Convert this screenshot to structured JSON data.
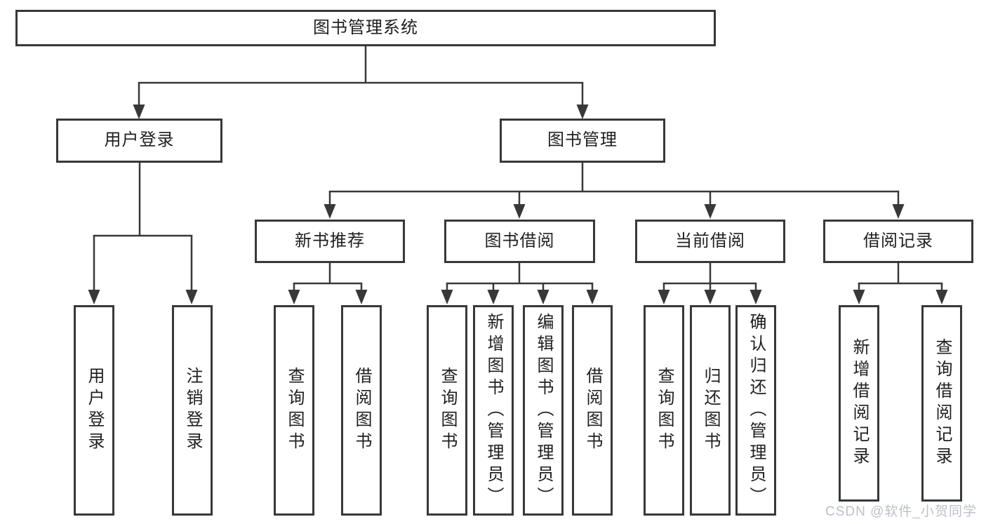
{
  "diagram": {
    "root": {
      "label": "图书管理系统"
    },
    "branches": [
      {
        "label": "用户登录",
        "leaves": [
          {
            "label": "用户登录"
          },
          {
            "label": "注销登录"
          }
        ]
      },
      {
        "label": "图书管理",
        "groups": [
          {
            "label": "新书推荐",
            "leaves": [
              {
                "label": "查询图书"
              },
              {
                "label": "借阅图书"
              }
            ]
          },
          {
            "label": "图书借阅",
            "leaves": [
              {
                "label": "查询图书"
              },
              {
                "label": "新增图书（管理员）"
              },
              {
                "label": "编辑图书（管理员）"
              },
              {
                "label": "借阅图书"
              }
            ]
          },
          {
            "label": "当前借阅",
            "leaves": [
              {
                "label": "查询图书"
              },
              {
                "label": "归还图书"
              },
              {
                "label": "确认归还（管理员）"
              }
            ]
          },
          {
            "label": "借阅记录",
            "leaves": [
              {
                "label": "新增借阅记录"
              },
              {
                "label": "查询借阅记录"
              }
            ]
          }
        ]
      }
    ]
  },
  "watermark": {
    "text": "CSDN @软件_小贺同学"
  },
  "colors": {
    "line": "#383838",
    "box_border": "#383838",
    "text": "#1f1f1f",
    "watermark": "#b7bbc4",
    "background": "#ffffff"
  }
}
